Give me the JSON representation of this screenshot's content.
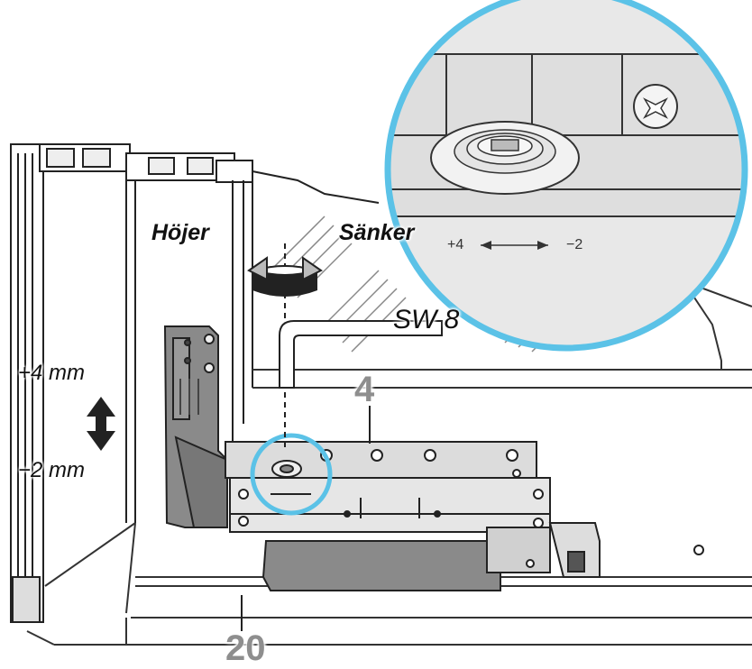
{
  "labels": {
    "raise": "Höjer",
    "lower": "Sänker",
    "plus": "+4 mm",
    "minus": "−2 mm",
    "wrench": "SW 8",
    "zoom_plus": "+4",
    "zoom_minus": "−2",
    "part_top": "4",
    "part_bottom": "20"
  },
  "colors": {
    "callout": "#5bc2e7",
    "metal": "#d9d9d9",
    "dark_part": "#8a8a8a",
    "line": "#222222"
  }
}
